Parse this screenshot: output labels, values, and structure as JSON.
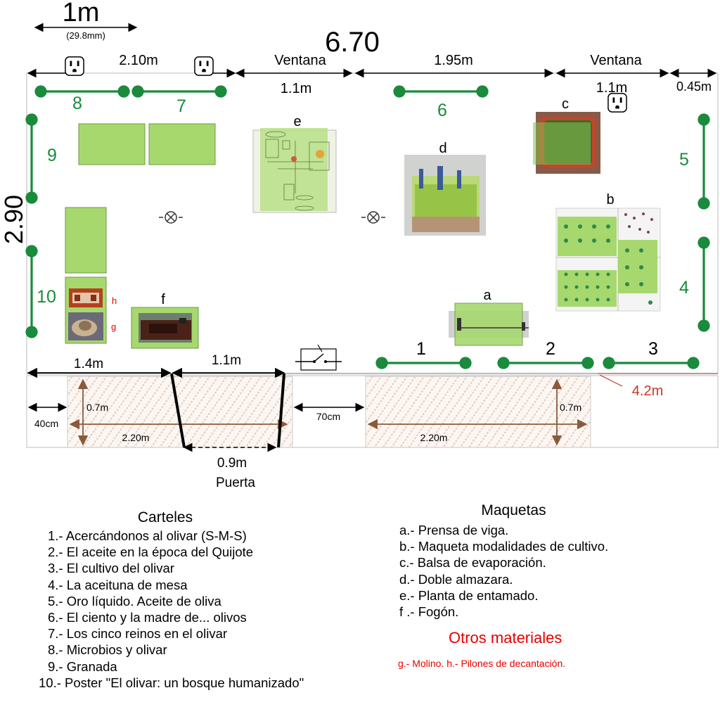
{
  "scale": {
    "label": "1m",
    "sublabel": "(29.8mm)"
  },
  "room": {
    "total_width": "6.70",
    "height_label": "2.90",
    "top_dims": [
      "2.10m",
      "Ventana",
      "1.95m",
      "Ventana",
      "0.45m"
    ],
    "window_widths": [
      "1.1m",
      "1.1m"
    ],
    "bottom_dims": [
      "1.4m",
      "1.1m"
    ],
    "door_label": "Puerta",
    "door_width": "0.9m",
    "corridor_label": "4.2m",
    "bench_dims": {
      "left_margin": "40cm",
      "gap": "70cm",
      "depth": "0.7m",
      "length": "2.20m"
    }
  },
  "posters": [
    "1",
    "2",
    "3",
    "4",
    "5",
    "6",
    "7",
    "8",
    "9",
    "10"
  ],
  "models": [
    "a",
    "b",
    "c",
    "d",
    "e",
    "f"
  ],
  "other_marks": [
    "h",
    "g"
  ],
  "colors": {
    "poster_green": "#1a8a3c",
    "model_fill": "#a6d86e",
    "dims": "#8b5a3c",
    "red": "#e60000"
  },
  "icons": [
    "outlet-icon",
    "ceiling-light-icon",
    "switch-icon"
  ],
  "legend": {
    "carteles": {
      "title": "Carteles",
      "items": [
        "1.- Acercándonos al olivar (S-M-S)",
        "2.- El aceite en la época del Quijote",
        "3.- El cultivo del olivar",
        "4.- La aceituna de mesa",
        "5.- Oro líquido. Aceite de oliva",
        "6.- El ciento y la madre de... olivos",
        "7.- Los cinco reinos en el olivar",
        "8.- Microbios y olivar",
        "9.- Granada",
        "10.- Poster \"El olivar: un bosque humanizado\""
      ]
    },
    "maquetas": {
      "title": "Maquetas",
      "items": [
        "a.- Prensa de viga.",
        "b.- Maqueta modalidades de cultivo.",
        "c.- Balsa de evaporación.",
        "d.- Doble almazara.",
        "e.- Planta de entamado.",
        "f .- Fogón."
      ]
    },
    "otros": {
      "title": "Otros materiales",
      "items": "g.- Molino. h.- Pilones de decantación."
    }
  }
}
